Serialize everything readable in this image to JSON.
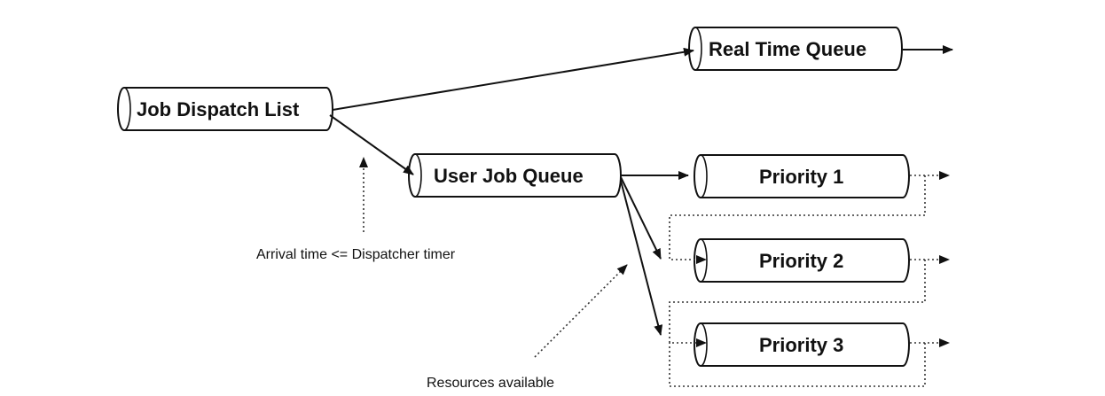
{
  "queues": {
    "job_dispatch_list": "Job Dispatch List",
    "real_time_queue": "Real Time Queue",
    "user_job_queue": "User Job Queue",
    "priority_1": "Priority 1",
    "priority_2": "Priority 2",
    "priority_3": "Priority 3"
  },
  "annotations": {
    "arrival_time": "Arrival time <= Dispatcher timer",
    "resources_available": "Resources available"
  }
}
